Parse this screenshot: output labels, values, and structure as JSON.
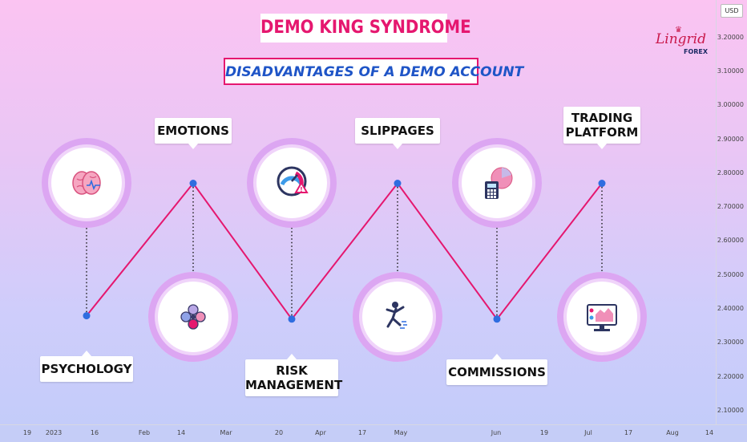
{
  "title": "DEMO KING SYNDROME",
  "subtitle": "DISADVANTAGES OF A DEMO ACCOUNT",
  "logo": {
    "name": "Lingrid",
    "sub": "FOREX"
  },
  "currency": "USD",
  "colors": {
    "line": "#e5176f",
    "marker": "#2f6de0",
    "circle_ring": "#dca6f2",
    "title_text": "#e5176f",
    "subtitle_text": "#1f55c7"
  },
  "chart_data": {
    "type": "line",
    "title": "DEMO KING SYNDROME",
    "subtitle": "DISADVANTAGES OF A DEMO ACCOUNT",
    "x_ticks": [
      "19",
      "2023",
      "16",
      "Feb",
      "14",
      "Mar",
      "20",
      "Apr",
      "17",
      "May",
      "Jun",
      "19",
      "Jul",
      "17",
      "Aug",
      "14"
    ],
    "y_ticks": [
      "3.20000",
      "3.10000",
      "3.00000",
      "2.90000",
      "2.80000",
      "2.70000",
      "2.60000",
      "2.50000",
      "2.40000",
      "2.30000",
      "2.20000",
      "2.10000"
    ],
    "ylim": [
      2.06,
      3.31
    ],
    "grid": false,
    "series": [
      {
        "values": [
          {
            "label": "PSYCHOLOGY",
            "y": 2.38,
            "icon": "brain-icon"
          },
          {
            "label": "EMOTIONS",
            "y": 2.77,
            "icon": "emotions-icon"
          },
          {
            "label": "RISK MANAGEMENT",
            "y": 2.37,
            "icon": "risk-gauge-icon"
          },
          {
            "label": "SLIPPAGES",
            "y": 2.77,
            "icon": "slipping-person-icon"
          },
          {
            "label": "COMMISSIONS",
            "y": 2.37,
            "icon": "calculator-chart-icon"
          },
          {
            "label": "TRADING PLATFORM",
            "y": 2.77,
            "icon": "monitor-chart-icon"
          }
        ]
      }
    ]
  }
}
